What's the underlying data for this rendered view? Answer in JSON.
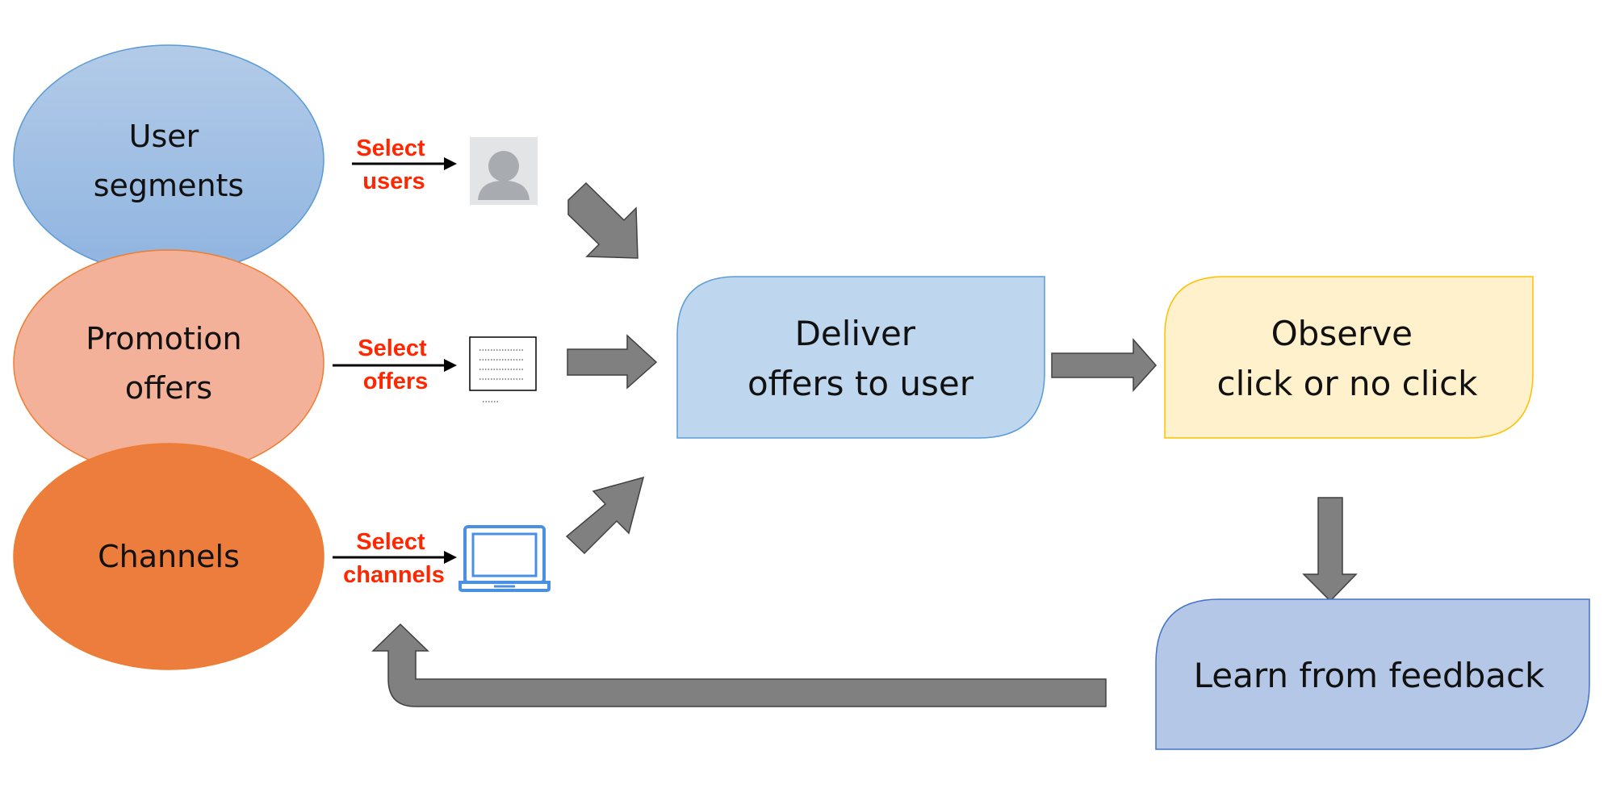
{
  "sources": [
    {
      "id": "user-segments",
      "lines": [
        "User",
        "segments"
      ],
      "fill": "#9dbde4",
      "stroke": "#5b9bd5"
    },
    {
      "id": "promotion-offers",
      "lines": [
        "Promotion",
        "offers"
      ],
      "fill": "#f4b199",
      "stroke": "#ed7d31"
    },
    {
      "id": "channels",
      "lines": [
        "Channels"
      ],
      "fill": "#ed7d3c",
      "stroke": "#ed7d31"
    }
  ],
  "selectors": [
    {
      "lines": [
        "Select",
        "users"
      ],
      "icon": "user-avatar-icon"
    },
    {
      "lines": [
        "Select",
        "offers"
      ],
      "icon": "document-icon"
    },
    {
      "lines": [
        "Select",
        "channels"
      ],
      "icon": "laptop-icon"
    }
  ],
  "steps": {
    "deliver": {
      "lines": [
        "Deliver",
        "offers to user"
      ],
      "fill": "#bed7ee",
      "stroke": "#5b9bd5"
    },
    "observe": {
      "lines": [
        "Observe",
        "click or no click"
      ],
      "fill": "#fef1cc",
      "stroke": "#ffc000"
    },
    "learn": {
      "lines": [
        "Learn from feedback"
      ],
      "fill": "#b4c7e7",
      "stroke": "#4472c4"
    }
  },
  "colors": {
    "select_text": "#ff2600",
    "arrow_fill": "#808080",
    "arrow_stroke": "#404040"
  }
}
